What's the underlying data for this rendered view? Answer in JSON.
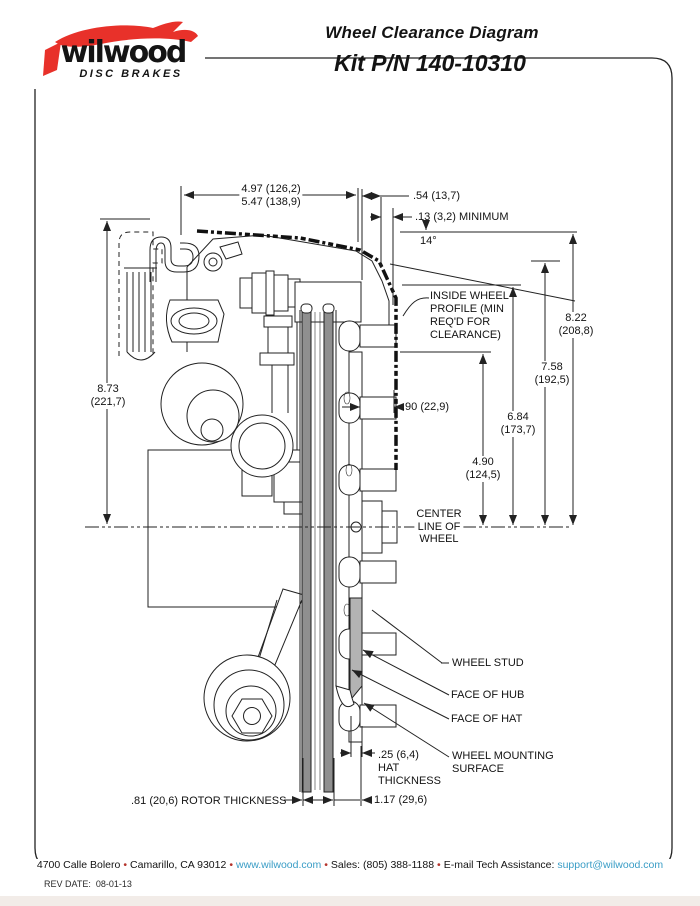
{
  "logo": {
    "brand": "wilwood",
    "tagline": "DISC BRAKES",
    "accent_color": "#e8312a",
    "ink_color": "#141414"
  },
  "header": {
    "title": "Wheel Clearance Diagram",
    "kit": "Kit P/N 140-10310"
  },
  "diagram": {
    "dimensions": {
      "width_upper": "4.97 (126,2)",
      "width_lower": "5.47 (138,9)",
      "lip": ".54 (13,7)",
      "min_clear": ".13 (3,2) MINIMUM",
      "angle": "14°",
      "height_total": [
        "8.73",
        "(221,7)"
      ],
      "h_822": [
        "8.22",
        "(208,8)"
      ],
      "h_758": [
        "7.58",
        "(192,5)"
      ],
      "h_684": [
        "6.84",
        "(173,7)"
      ],
      "h_490": [
        "4.90",
        "(124,5)"
      ],
      "backspacing": ".90 (22,9)",
      "hat_thickness": [
        ".25 (6,4)",
        "HAT",
        "THICKNESS"
      ],
      "rotor_thickness": ".81 (20,6) ROTOR THICKNESS",
      "overall": "1.17 (29,6)"
    },
    "labels": {
      "inside_wheel": [
        "INSIDE WHEEL",
        "PROFILE (MIN",
        "REQ'D FOR",
        "CLEARANCE)"
      ],
      "centerline": [
        "CENTER",
        "LINE OF",
        "WHEEL"
      ],
      "wheel_stud": "WHEEL STUD",
      "face_of_hub": "FACE OF HUB",
      "face_of_hat": "FACE OF HAT",
      "wheel_mounting": [
        "WHEEL MOUNTING",
        "SURFACE"
      ]
    }
  },
  "footer": {
    "address": "4700 Calle Bolero",
    "city": "Camarillo, CA 93012",
    "web": "www.wilwood.com",
    "sales": "Sales: (805) 388-1188",
    "email_label": "E-mail Tech Assistance:",
    "email": "support@wilwood.com",
    "sep": "•",
    "rev_label": "REV DATE:",
    "rev_value": "08-01-13"
  }
}
